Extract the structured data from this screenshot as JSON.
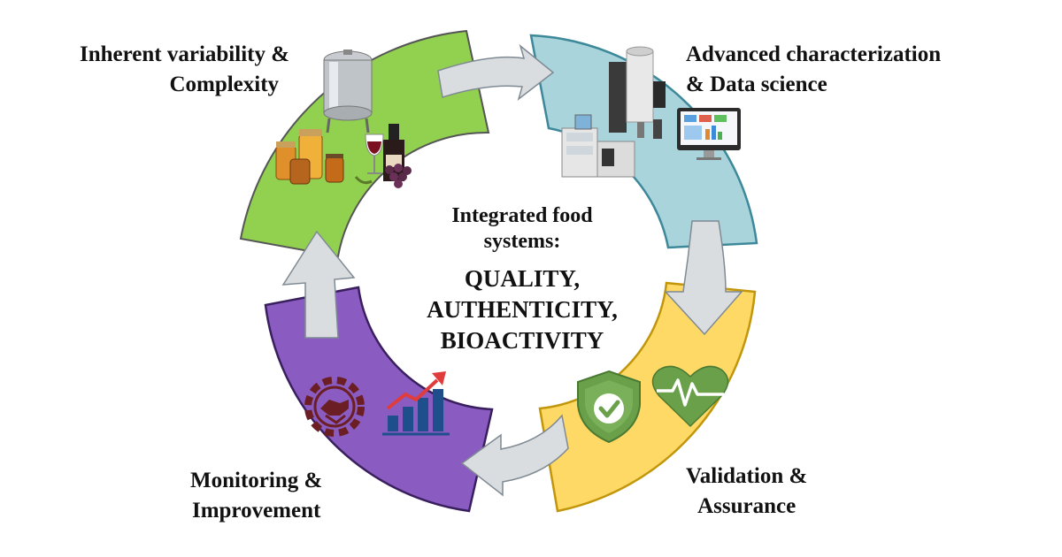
{
  "center": {
    "line1": "Integrated food",
    "line2": "systems:",
    "line3": "QUALITY,",
    "line4": "AUTHENTICITY,",
    "line5": "BIOACTIVITY"
  },
  "stages": {
    "top_left": {
      "line1": "Inherent variability &",
      "line2": "Complexity",
      "color": "#92d050"
    },
    "top_right": {
      "line1": "Advanced characterization",
      "line2": "& Data science",
      "color": "#a9d4dc"
    },
    "bottom_right": {
      "line1": "Validation &",
      "line2": "Assurance",
      "color": "#ffd966"
    },
    "bottom_left": {
      "line1": "Monitoring &",
      "line2": "Improvement",
      "color": "#8a5cc2"
    }
  },
  "arrow_color": "#d9dde0",
  "icons": {
    "top_left": [
      "steel-tank-icon",
      "honey-jars-icon",
      "wine-bottle-icon",
      "wine-glass-icon",
      "grapes-icon"
    ],
    "top_right": [
      "nmr-spectrometer-icon",
      "hplc-instrument-icon",
      "data-monitor-icon"
    ],
    "bottom_right": [
      "shield-check-icon",
      "heart-pulse-icon"
    ],
    "bottom_left": [
      "gear-handshake-icon",
      "growth-bar-chart-icon"
    ]
  }
}
